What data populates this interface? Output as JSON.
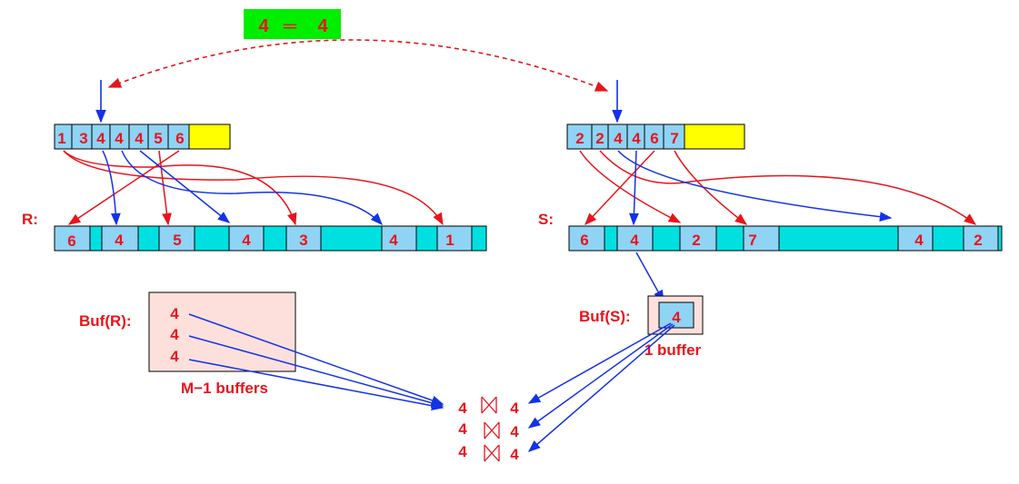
{
  "colors": {
    "red": "#e8141b",
    "blue": "#1432e6",
    "cell_blue": "#8fd3f5",
    "cell_cyan": "#00e0e0",
    "yellow": "#ffff00",
    "green": "#00ee00",
    "pink": "#fde0dc"
  },
  "equality_box": {
    "left": "4",
    "op": "═",
    "right": "4"
  },
  "r_sorted": {
    "values": [
      "1",
      "3",
      "4",
      "4",
      "4",
      "5",
      "6"
    ]
  },
  "s_sorted": {
    "values": [
      "2",
      "2",
      "4",
      "4",
      "6",
      "7"
    ]
  },
  "r_relation": {
    "label": "R:",
    "values": [
      "6",
      "4",
      "5",
      "4",
      "3",
      "4",
      "1"
    ]
  },
  "s_relation": {
    "label": "S:",
    "values": [
      "6",
      "4",
      "2",
      "7",
      "4",
      "2"
    ]
  },
  "buf_r": {
    "label": "Buf(R):",
    "values": [
      "4",
      "4",
      "4"
    ],
    "caption": "M−1 buffers"
  },
  "buf_s": {
    "label": "Buf(S):",
    "value": "4",
    "caption": "1 buffer"
  },
  "join_results": [
    {
      "left": "4",
      "right": "4"
    },
    {
      "left": "4",
      "right": "4"
    },
    {
      "left": "4",
      "right": "4"
    }
  ]
}
